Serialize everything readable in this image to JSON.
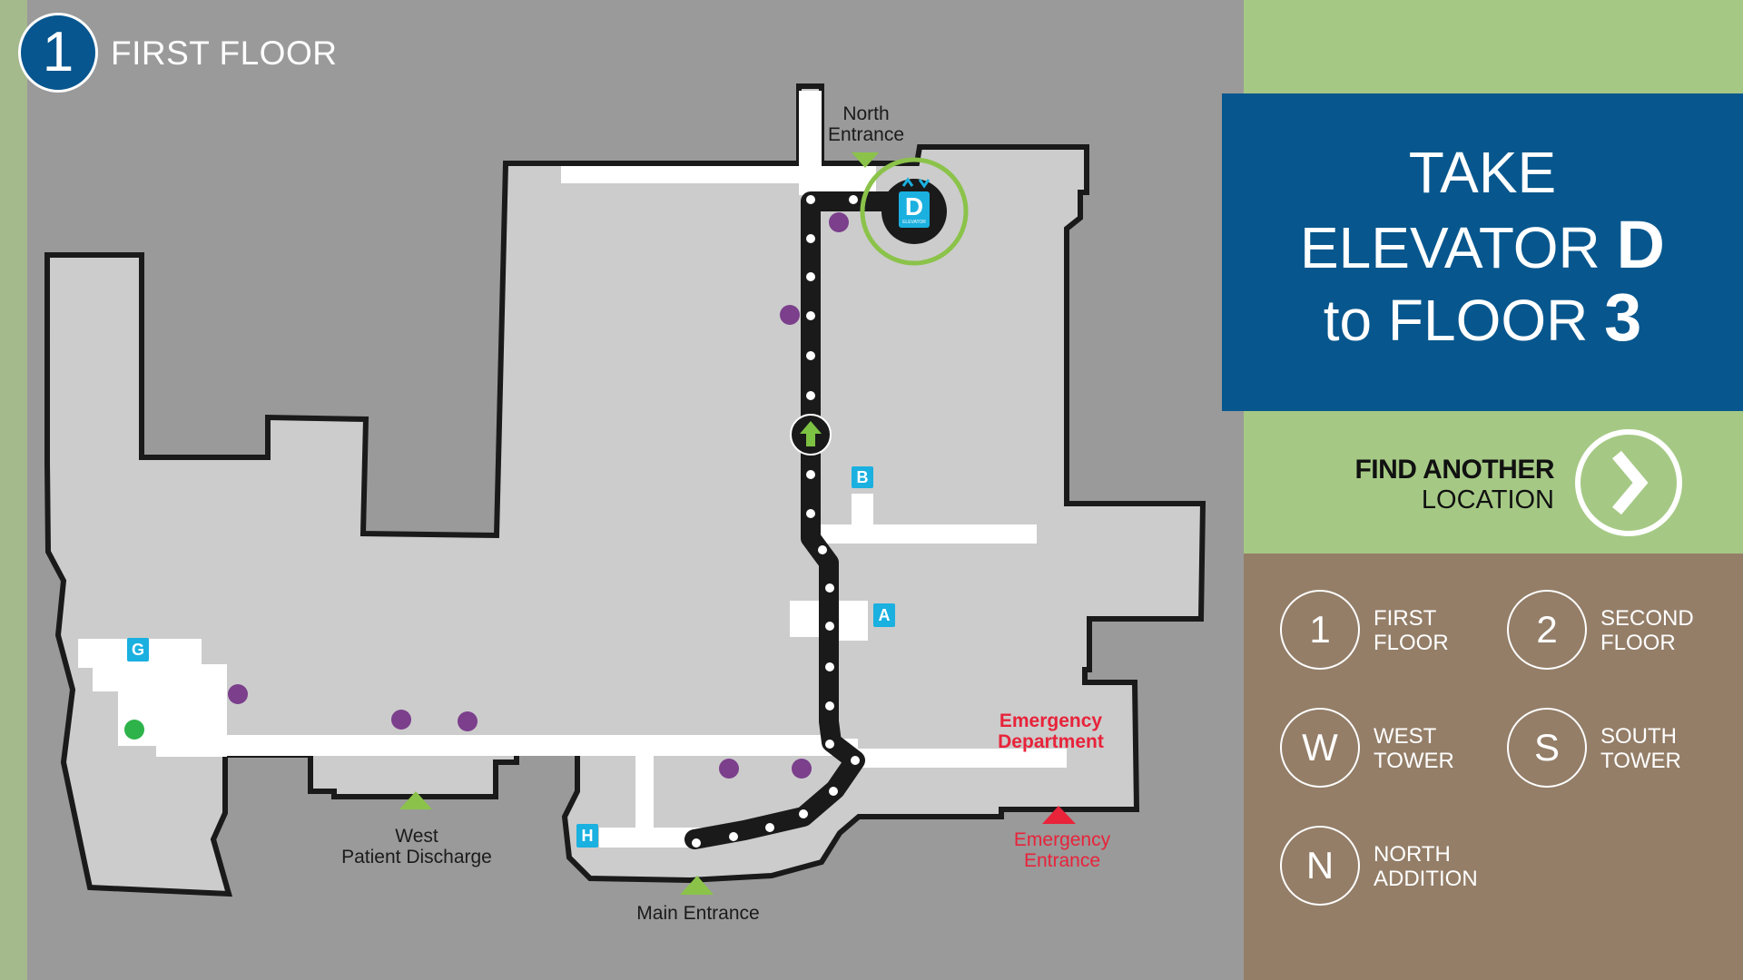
{
  "floor": {
    "number": "1",
    "title": "FIRST FLOOR"
  },
  "instruction": {
    "line1": "TAKE",
    "line2_prefix": "ELEVATOR ",
    "line2_bold": "D",
    "line3_prefix": "to FLOOR ",
    "line3_bold": "3"
  },
  "find_another": {
    "title": "FIND ANOTHER",
    "subtitle": "LOCATION",
    "icon": "chevron-right-icon"
  },
  "floor_menu": [
    {
      "symbol": "1",
      "label": "FIRST\nFLOOR"
    },
    {
      "symbol": "2",
      "label": "SECOND\nFLOOR"
    },
    {
      "symbol": "W",
      "label": "WEST\nTOWER"
    },
    {
      "symbol": "S",
      "label": "SOUTH\nTOWER"
    },
    {
      "symbol": "N",
      "label": "NORTH\nADDITION"
    }
  ],
  "map_labels": {
    "north_entrance": "North\nEntrance",
    "west_patient_discharge": "West\nPatient Discharge",
    "main_entrance": "Main Entrance",
    "emergency_department": "Emergency\nDepartment",
    "emergency_entrance": "Emergency\nEntrance"
  },
  "elevators": {
    "d": "D",
    "b": "B",
    "a": "A",
    "g": "G",
    "h": "H",
    "elevator_caption": "ELEVATOR"
  },
  "colors": {
    "map_background": "#9a9a9a",
    "floor_fill": "#cccccc",
    "hallway": "#ffffff",
    "route": "#222222",
    "entrance_green": "#8bc34a",
    "emergency_red": "#e8233a",
    "elevator_blue": "#1ab0e0",
    "restroom_purple": "#7b3f8c",
    "instruction_blue": "#07578e",
    "panel_green": "#a5c985",
    "menu_brown": "#947e68"
  }
}
